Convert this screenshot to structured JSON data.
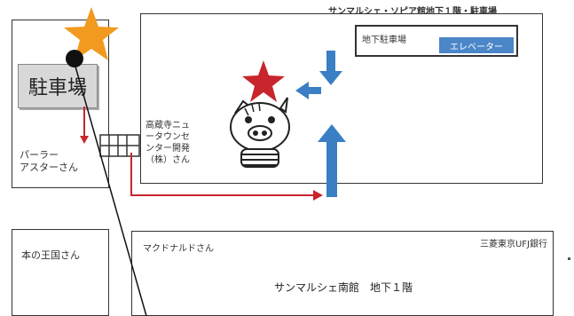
{
  "header": {
    "title": "サンマルシェ・ソピア館地下１階・駐車場"
  },
  "parking_building": {
    "sign_label": "駐車場",
    "tenant_label": "パーラー\nアスターさん"
  },
  "main_area": {
    "tenant_label": "高蔵寺ニュ\nータウンセ\nンター開発\n（株）さん",
    "inset_title": "地下駐車場",
    "elevator_label": "エレベーター"
  },
  "bottom_left": {
    "label": "本の王国さん"
  },
  "south_building": {
    "left_label": "マクドナルドさん",
    "right_label": "三菱東京UFJ銀行",
    "title": "サンマルシェ南館　地下１階"
  },
  "icons": [
    "star-icon",
    "location-dot-icon",
    "pig-mascot-icon",
    "arrow-icon"
  ],
  "colors": {
    "star_orange": "#f29a1f",
    "star_red": "#c9252c",
    "arrow_blue": "#3a7fc4",
    "route_red": "#c9252c",
    "elevator_blue": "#4a86c8"
  }
}
